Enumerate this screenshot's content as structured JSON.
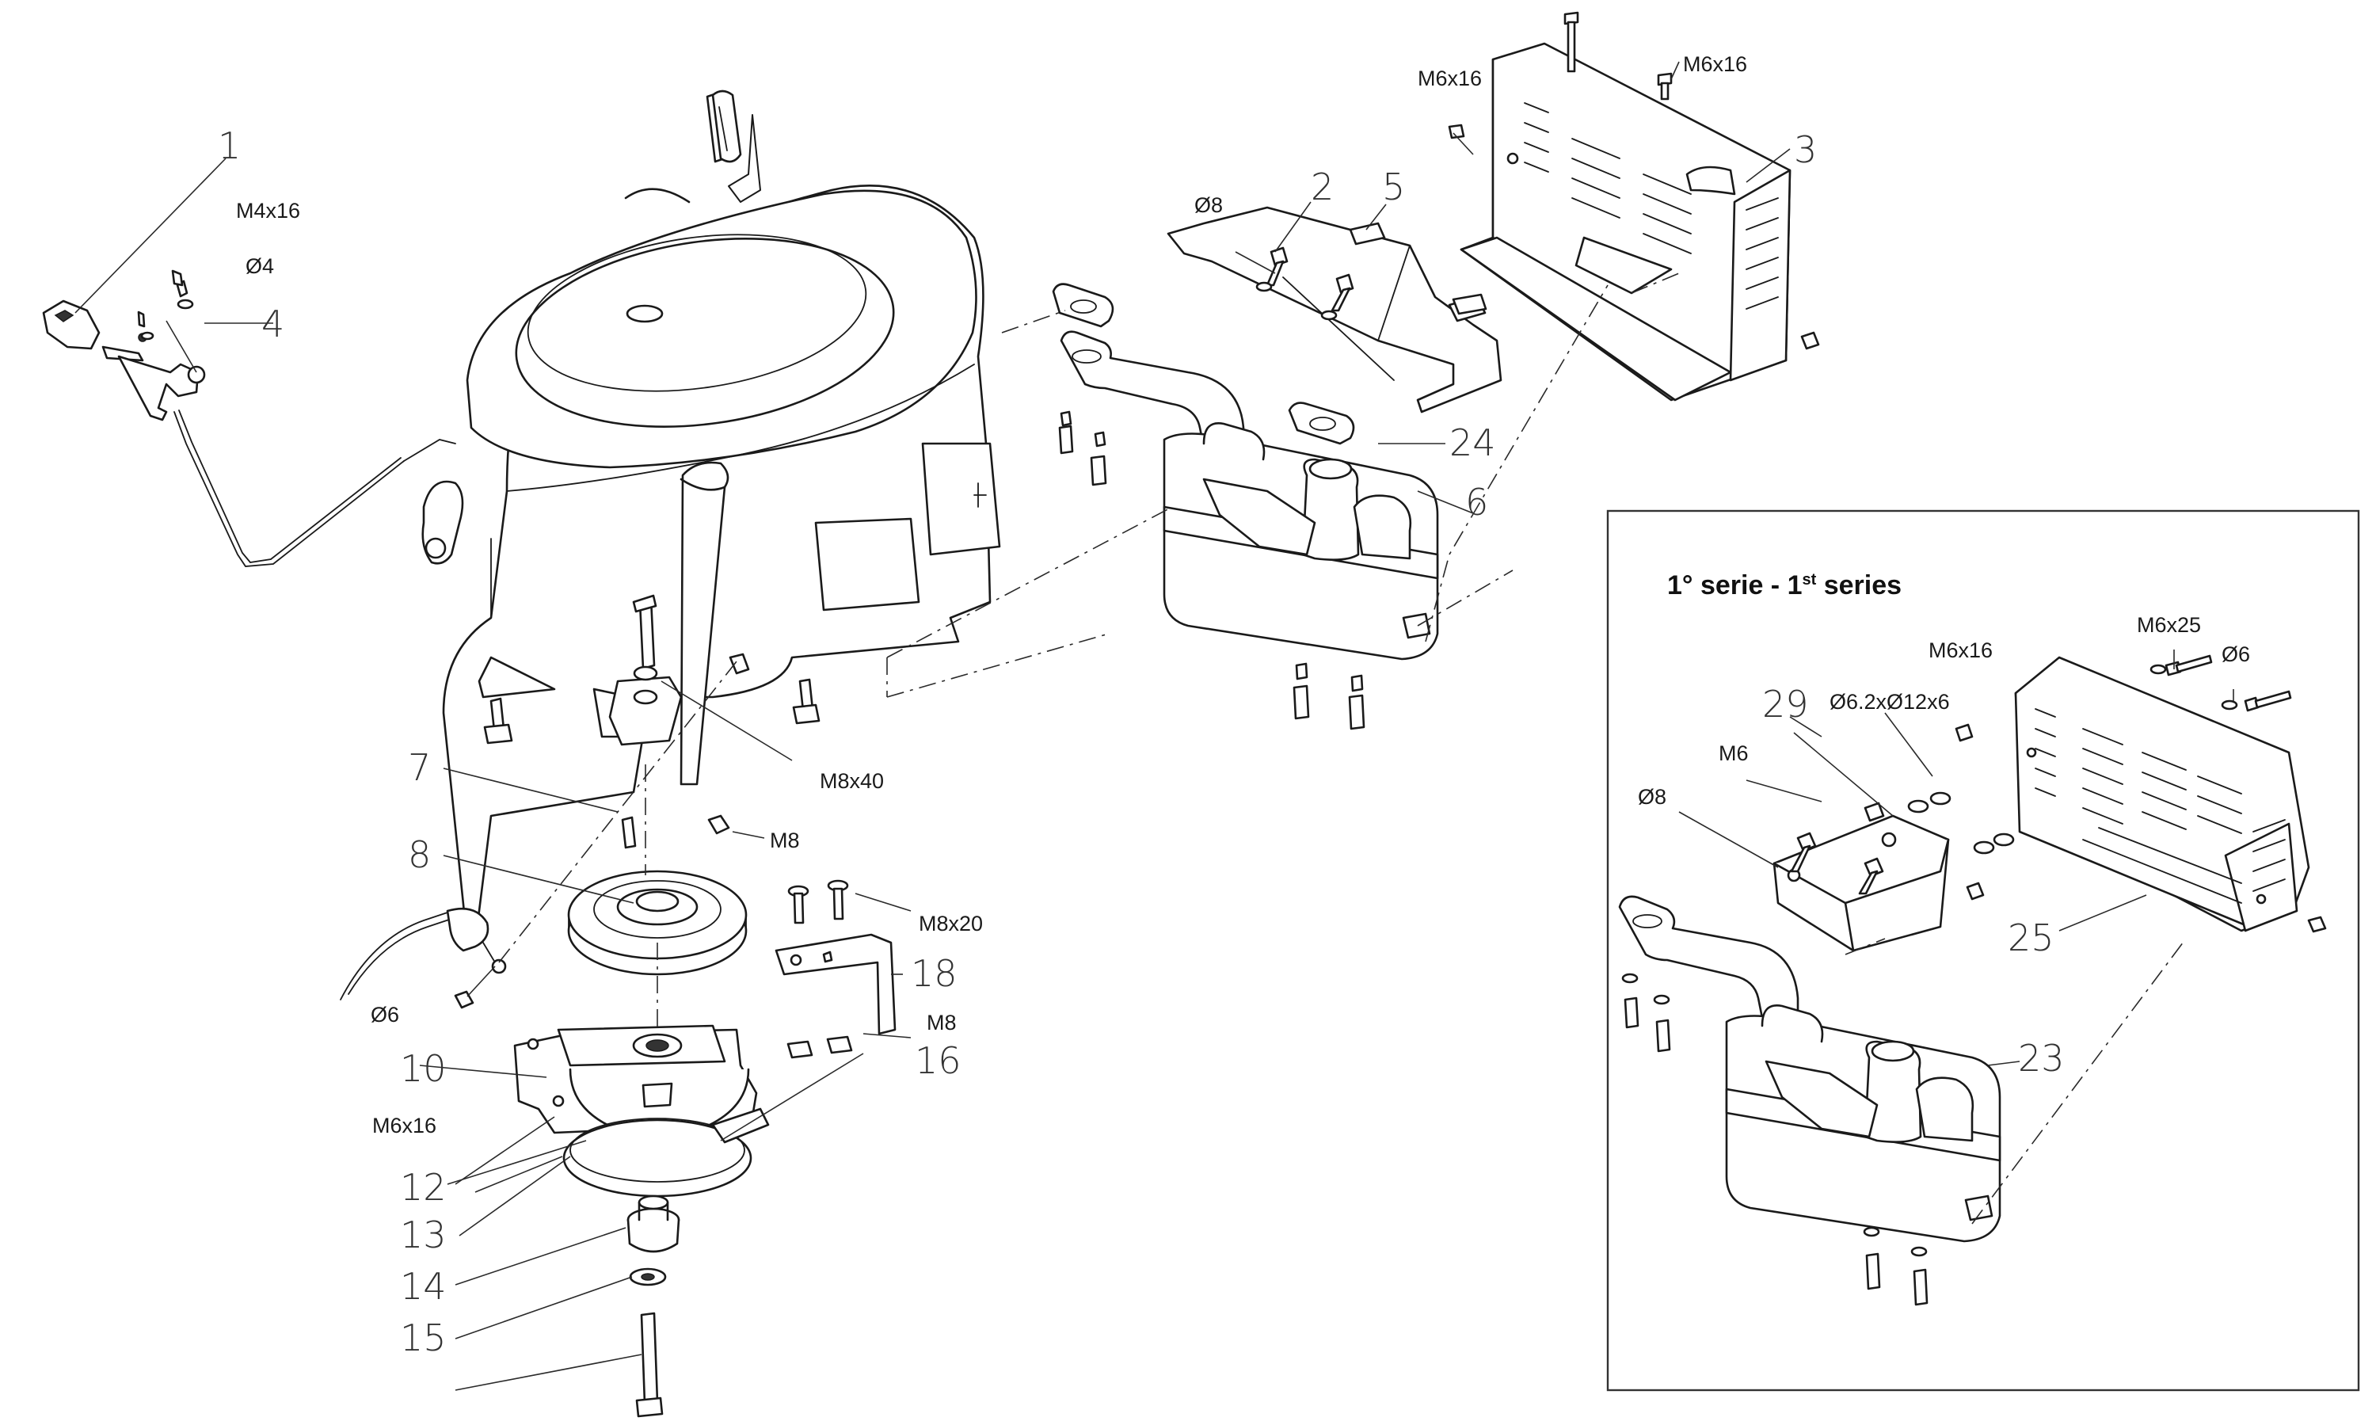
{
  "title": "",
  "callouts": {
    "c1": "1",
    "c2": "2",
    "c3": "3",
    "c4": "4",
    "c5": "5",
    "c6": "6",
    "c7": "7",
    "c8": "8",
    "c10": "10",
    "c12": "12",
    "c13": "13",
    "c14": "14",
    "c15": "15",
    "c16": "16",
    "c18": "18",
    "c23": "23",
    "c24": "24",
    "c25": "25",
    "c29": "29"
  },
  "specs": {
    "m4x16": "M4x16",
    "d4": "Ø4",
    "m6x16_left": "M6x16",
    "m6x16_right": "M6x16",
    "d8_shield": "Ø8",
    "m8x40": "M8x40",
    "m8_nut": "M8",
    "m8x20": "M8x20",
    "m8_bracket": "M8",
    "d6_cable": "Ø6",
    "m6x16_clutch": "M6x16"
  },
  "inset": {
    "title": "1° serie - 1",
    "title_sup": "st",
    "title_end": " series",
    "specs": {
      "m6x16": "M6x16",
      "m6x25": "M6x25",
      "d6": "Ø6",
      "washer": "Ø6.2xØ12x6",
      "m6": "M6",
      "d8": "Ø8"
    }
  }
}
